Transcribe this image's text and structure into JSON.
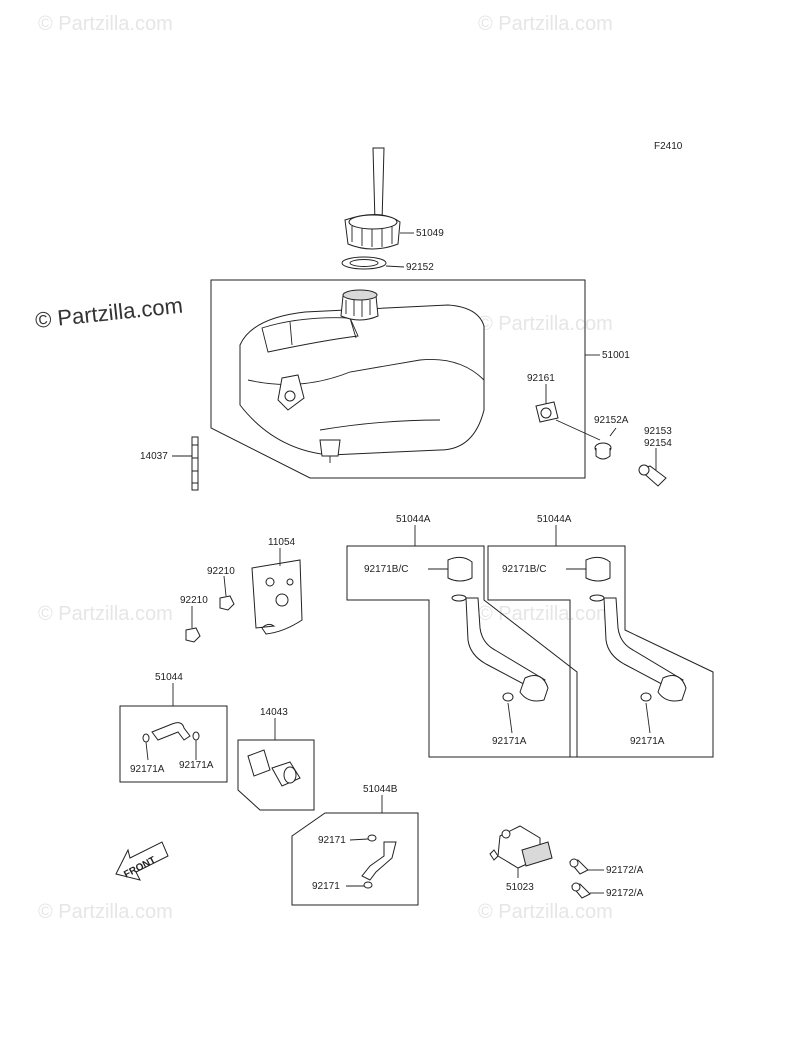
{
  "figure_code": "F2410",
  "watermark": "© Partzilla.com",
  "front_label": "FRONT",
  "labels": {
    "p51049": "51049",
    "p92152": "92152",
    "p51001": "51001",
    "p92161": "92161",
    "p92152A": "92152A",
    "p92153": "92153",
    "p92154": "92154",
    "p14037": "14037",
    "p51044A_1": "51044A",
    "p51044A_2": "51044A",
    "p92171BC_1": "92171B/C",
    "p92171BC_2": "92171B/C",
    "p92171A_1": "92171A",
    "p92171A_2": "92171A",
    "p11054": "11054",
    "p92210_1": "92210",
    "p92210_2": "92210",
    "p51044": "51044",
    "p92171A_3": "92171A",
    "p92171A_4": "92171A",
    "p14043": "14043",
    "p51044B": "51044B",
    "p92171_1": "92171",
    "p92171_2": "92171",
    "p51023": "51023",
    "p92172A_1": "92172/A",
    "p92172A_2": "92172/A"
  }
}
